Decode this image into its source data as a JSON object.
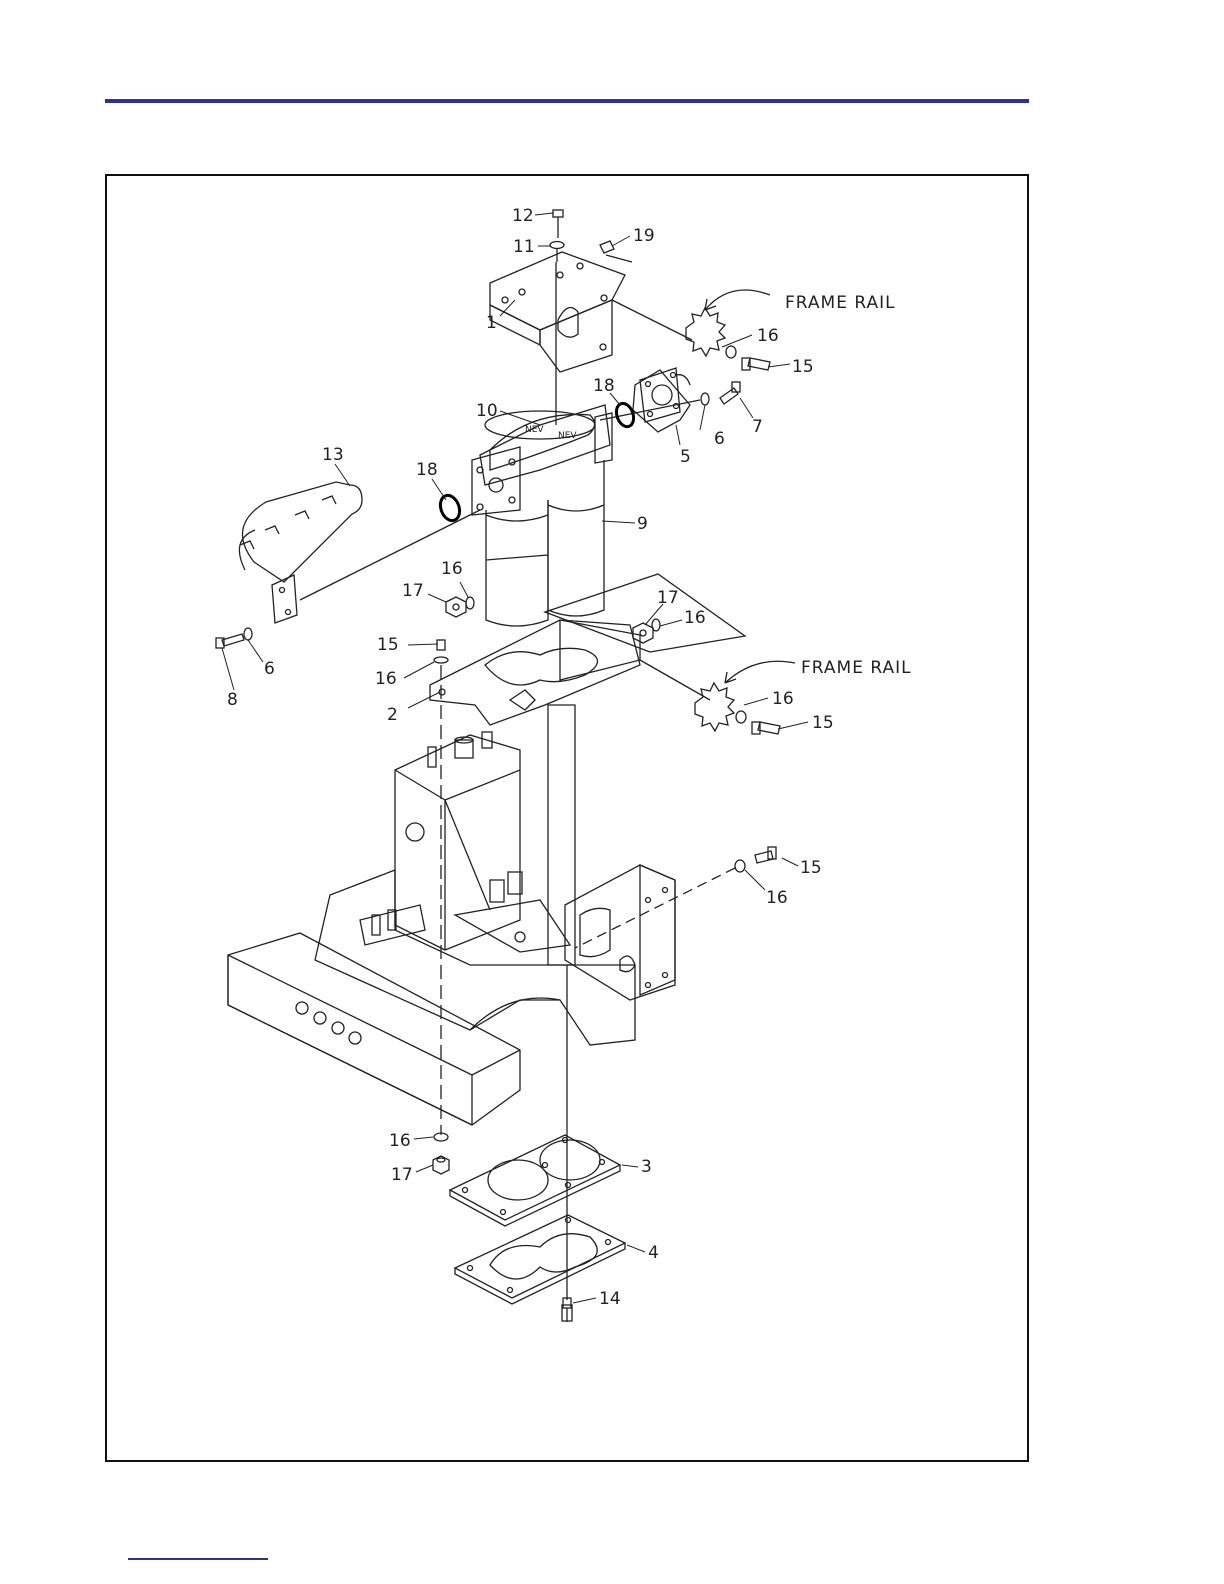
{
  "colors": {
    "rule": "#2e3192",
    "line": "#222222",
    "frame": "#111111"
  },
  "labels": {
    "frame_rail_top": "FRAME RAIL",
    "frame_rail_mid": "FRAME RAIL",
    "n1": "1",
    "n2": "2",
    "n3": "3",
    "n4": "4",
    "n5": "5",
    "n6a": "6",
    "n6b": "6",
    "n7": "7",
    "n8": "8",
    "n9": "9",
    "n10": "10",
    "n11": "11",
    "n12": "12",
    "n13": "13",
    "n14": "14",
    "n15a": "15",
    "n15b": "15",
    "n15c": "15",
    "n15d": "15",
    "n16a": "16",
    "n16b": "16",
    "n16c": "16",
    "n16d": "16",
    "n16e": "16",
    "n16f": "16",
    "n16g": "16",
    "n17a": "17",
    "n17b": "17",
    "n17c": "17",
    "n18a": "18",
    "n18b": "18",
    "n19": "19"
  }
}
